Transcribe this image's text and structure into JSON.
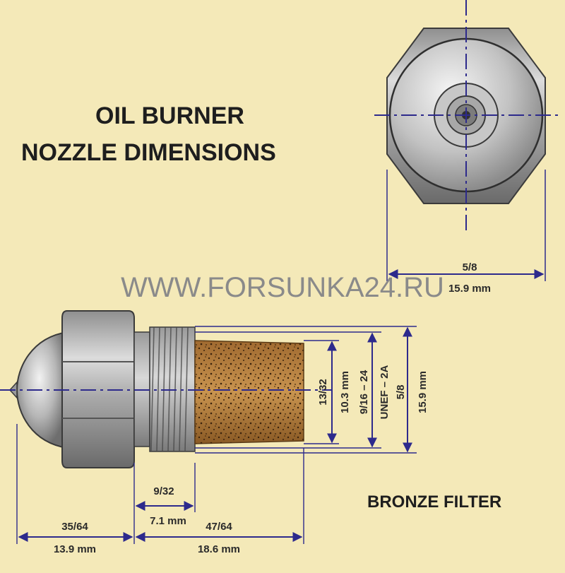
{
  "title": {
    "line1": "OIL BURNER",
    "line2": "NOZZLE DIMENSIONS"
  },
  "watermark": "WWW.FORSUNKA24.RU",
  "caption": "BRONZE FILTER",
  "colors": {
    "background": "#f4e9b8",
    "dimension_line": "#2d2a8c",
    "filter_bronze": "#c08a45"
  },
  "dimensions": {
    "hex_width": {
      "fraction": "5/8",
      "mm": "15.9 mm"
    },
    "thread_len": {
      "fraction": "9/32",
      "mm": "7.1 mm"
    },
    "head_len": {
      "fraction": "35/64",
      "mm": "13.9 mm"
    },
    "body_len": {
      "fraction": "47/64",
      "mm": "18.6 mm"
    },
    "filter_dia": {
      "fraction": "13/32",
      "mm": "10.3 mm"
    },
    "thread_spec": {
      "line1": "9/16 – 24",
      "line2": "UNEF – 2A"
    },
    "body_dia": {
      "fraction": "5/8",
      "mm": "15.9 mm"
    }
  }
}
